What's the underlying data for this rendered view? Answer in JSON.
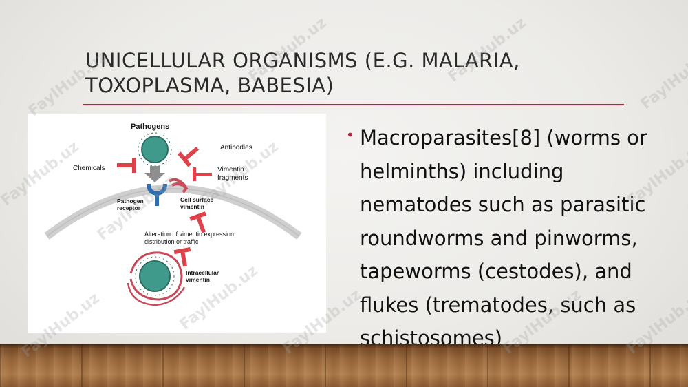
{
  "slide": {
    "title_lines": [
      "UNICELLULAR ORGANISMS (E.G. MALARIA,",
      "TOXOPLASMA, BABESIA)"
    ],
    "accent_color": "#b3243f",
    "bullets": [
      "Macroparasites[8] (worms or helminths) including nematodes such as parasitic roundworms and pinworms, tapeworms (cestodes), and flukes (trematodes, such as schistosomes)"
    ],
    "bullet_glyph": "•"
  },
  "figure": {
    "labels": {
      "pathogens": "Pathogens",
      "antibodies": "Antibodies",
      "chemicals": "Chemicals",
      "vimentin_fragments_1": "Vimentin",
      "vimentin_fragments_2": "fragments",
      "pathogen_receptor_1": "Pathogen",
      "pathogen_receptor_2": "receptor",
      "cell_surface_1": "Cell surface",
      "cell_surface_2": "vimentin",
      "alteration_1": "Alteration of vimentin expression,",
      "alteration_2": "distribution or traffic",
      "intracellular_1": "Intracellular",
      "intracellular_2": "vimentin"
    },
    "colors": {
      "pathogen": "#3f9a8c",
      "inhibitor": "#e0424a",
      "receptor": "#2f6fb0",
      "vimentin": "#c94a5a",
      "membrane": "#d8d8d8"
    }
  },
  "watermark": {
    "text": "FaylHub.uz"
  }
}
